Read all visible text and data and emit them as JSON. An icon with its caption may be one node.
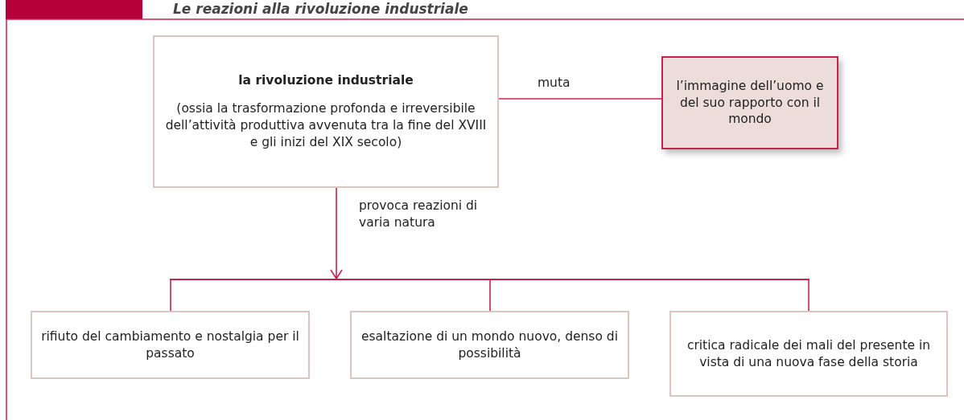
{
  "diagram": {
    "title": "Le reazioni alla rivoluzione industriale",
    "nodes": [
      {
        "text": [
          "la rivoluzione industriale",
          "(ossia la trasformazione profonda e irreversibile dell’attività produttiva avvenuta tra la fine del XVIII e gli inizi del XIX secolo)"
        ]
      },
      {
        "text": [
          "l’immagine dell’uomo e del suo rapporto con il mondo"
        ]
      },
      {
        "text": [],
        "shape": "bar"
      },
      {
        "text": [
          "rifiuto del cambiamento e nostalgia per il passato"
        ]
      },
      {
        "text": [
          "esaltazione di un mondo nuovo, denso di possibilità"
        ]
      },
      {
        "text": [
          "critica radicale dei mali del presente in vista di una nuova fase della storia"
        ]
      }
    ],
    "edges": [
      {
        "from": 0,
        "to": 1,
        "arrow": "none",
        "label": "muta"
      },
      {
        "from": 0,
        "to": 2,
        "arrow": "to",
        "label": "provoca reazioni di varia natura"
      },
      {
        "from": 2,
        "to": 3,
        "arrow": "none"
      },
      {
        "from": 2,
        "to": 4,
        "arrow": "none"
      },
      {
        "from": 2,
        "to": 5,
        "arrow": "none"
      }
    ]
  }
}
